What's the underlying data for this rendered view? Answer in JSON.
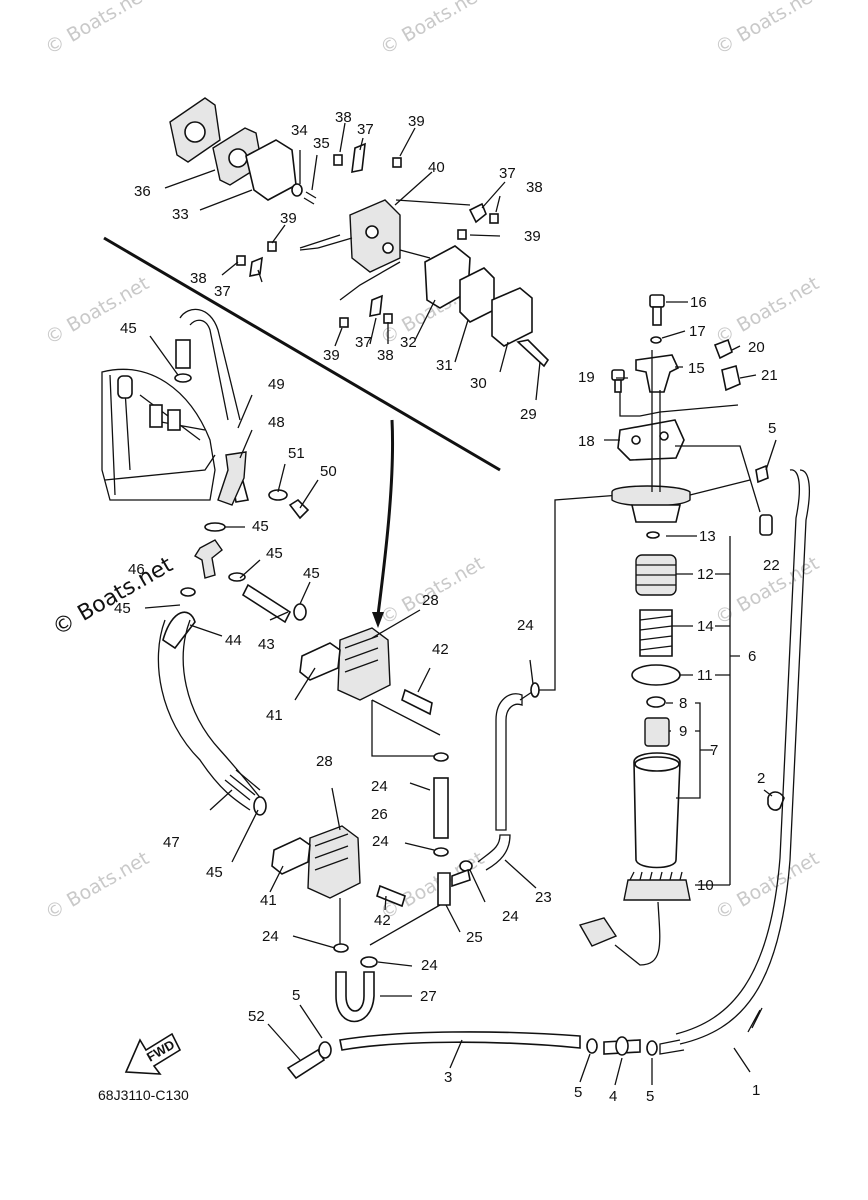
{
  "diagram": {
    "code": "68J3110-C130",
    "fwd_label": "FWD",
    "watermark_text": "© Boats.net",
    "line_color": "#111111",
    "background_color": "#ffffff",
    "labels": [
      {
        "id": "l1",
        "text": "1"
      },
      {
        "id": "l2",
        "text": "2"
      },
      {
        "id": "l3",
        "text": "3"
      },
      {
        "id": "l4",
        "text": "4"
      },
      {
        "id": "l5a",
        "text": "5"
      },
      {
        "id": "l5b",
        "text": "5"
      },
      {
        "id": "l5c",
        "text": "5"
      },
      {
        "id": "l5d",
        "text": "5"
      },
      {
        "id": "l6",
        "text": "6"
      },
      {
        "id": "l7",
        "text": "7"
      },
      {
        "id": "l8",
        "text": "8"
      },
      {
        "id": "l9",
        "text": "9"
      },
      {
        "id": "l10",
        "text": "10"
      },
      {
        "id": "l11",
        "text": "11"
      },
      {
        "id": "l12",
        "text": "12"
      },
      {
        "id": "l13",
        "text": "13"
      },
      {
        "id": "l14",
        "text": "14"
      },
      {
        "id": "l15",
        "text": "15"
      },
      {
        "id": "l16",
        "text": "16"
      },
      {
        "id": "l17",
        "text": "17"
      },
      {
        "id": "l18",
        "text": "18"
      },
      {
        "id": "l19",
        "text": "19"
      },
      {
        "id": "l20",
        "text": "20"
      },
      {
        "id": "l21",
        "text": "21"
      },
      {
        "id": "l22",
        "text": "22"
      },
      {
        "id": "l23",
        "text": "23"
      },
      {
        "id": "l24a",
        "text": "24"
      },
      {
        "id": "l24b",
        "text": "24"
      },
      {
        "id": "l24c",
        "text": "24"
      },
      {
        "id": "l24d",
        "text": "24"
      },
      {
        "id": "l24e",
        "text": "24"
      },
      {
        "id": "l24f",
        "text": "24"
      },
      {
        "id": "l24g",
        "text": "24"
      },
      {
        "id": "l25",
        "text": "25"
      },
      {
        "id": "l26",
        "text": "26"
      },
      {
        "id": "l27",
        "text": "27"
      },
      {
        "id": "l28a",
        "text": "28"
      },
      {
        "id": "l28b",
        "text": "28"
      },
      {
        "id": "l29",
        "text": "29"
      },
      {
        "id": "l30",
        "text": "30"
      },
      {
        "id": "l31",
        "text": "31"
      },
      {
        "id": "l32",
        "text": "32"
      },
      {
        "id": "l33",
        "text": "33"
      },
      {
        "id": "l34",
        "text": "34"
      },
      {
        "id": "l35",
        "text": "35"
      },
      {
        "id": "l36",
        "text": "36"
      },
      {
        "id": "l37a",
        "text": "37"
      },
      {
        "id": "l37b",
        "text": "37"
      },
      {
        "id": "l37c",
        "text": "37"
      },
      {
        "id": "l37d",
        "text": "37"
      },
      {
        "id": "l38a",
        "text": "38"
      },
      {
        "id": "l38b",
        "text": "38"
      },
      {
        "id": "l38c",
        "text": "38"
      },
      {
        "id": "l38d",
        "text": "38"
      },
      {
        "id": "l39a",
        "text": "39"
      },
      {
        "id": "l39b",
        "text": "39"
      },
      {
        "id": "l39c",
        "text": "39"
      },
      {
        "id": "l39d",
        "text": "39"
      },
      {
        "id": "l40",
        "text": "40"
      },
      {
        "id": "l41a",
        "text": "41"
      },
      {
        "id": "l41b",
        "text": "41"
      },
      {
        "id": "l42a",
        "text": "42"
      },
      {
        "id": "l42b",
        "text": "42"
      },
      {
        "id": "l43",
        "text": "43"
      },
      {
        "id": "l44",
        "text": "44"
      },
      {
        "id": "l45a",
        "text": "45"
      },
      {
        "id": "l45b",
        "text": "45"
      },
      {
        "id": "l45c",
        "text": "45"
      },
      {
        "id": "l45d",
        "text": "45"
      },
      {
        "id": "l45e",
        "text": "45"
      },
      {
        "id": "l45f",
        "text": "45"
      },
      {
        "id": "l46",
        "text": "46"
      },
      {
        "id": "l47",
        "text": "47"
      },
      {
        "id": "l48",
        "text": "48"
      },
      {
        "id": "l49",
        "text": "49"
      },
      {
        "id": "l50",
        "text": "50"
      },
      {
        "id": "l51",
        "text": "51"
      },
      {
        "id": "l52",
        "text": "52"
      }
    ]
  }
}
